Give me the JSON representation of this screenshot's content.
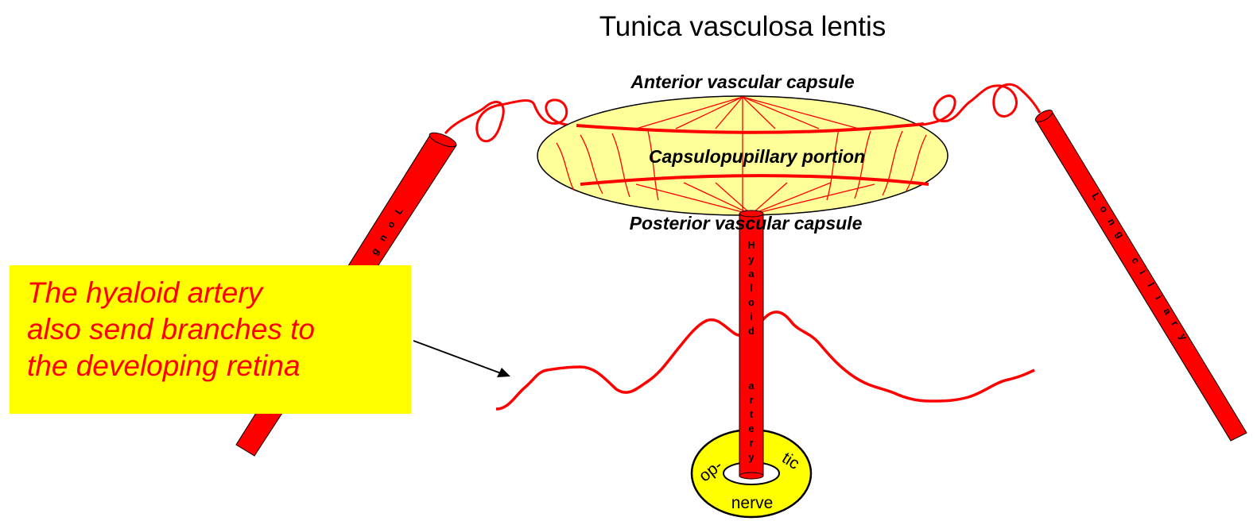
{
  "title": "Tunica vasculosa lentis",
  "labels": {
    "anterior": "Anterior vascular capsule",
    "capsulopupillary": "Capsulopupillary portion",
    "posterior": "Posterior vascular capsule"
  },
  "vessels": {
    "left_letters": [
      "L",
      "o",
      "n",
      "g"
    ],
    "right_letters": [
      "L",
      "o",
      "n",
      "g",
      "c",
      "i",
      "l",
      "i",
      "a",
      "r",
      "y"
    ],
    "hyaloid_letters": [
      "H",
      "y",
      "a",
      "l",
      "o",
      "i",
      "d",
      "a",
      "r",
      "t",
      "e",
      "r",
      "y"
    ]
  },
  "optic_nerve": {
    "op": "op-",
    "tic": "tic",
    "nerve": "nerve"
  },
  "callout": {
    "lines": [
      "The hyaloid artery",
      "also send branches to",
      "the developing retina"
    ]
  },
  "colors": {
    "vessel": "#ff0000",
    "lens": "#ffff99",
    "callout_bg": "#ffff00",
    "callout_text": "#ff0000",
    "optic_ring": "#ffff00"
  }
}
